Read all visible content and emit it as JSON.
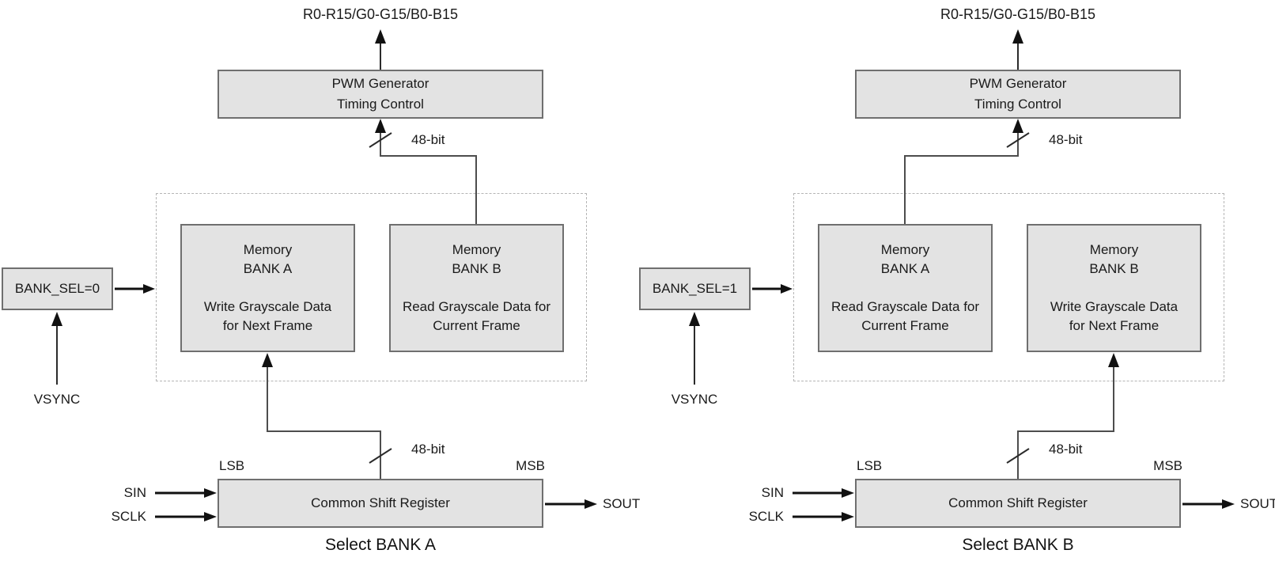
{
  "colors": {
    "background": "#ffffff",
    "box_fill": "#e3e3e3",
    "box_border": "#6f6f6f",
    "dashed_border": "#b5b5b5",
    "wire": "#4d4d4d",
    "arrow": "#111111",
    "text": "#1a1a1a"
  },
  "diagrams": [
    {
      "output_label": "R0-R15/G0-G15/B0-B15",
      "pwm": {
        "line1": "PWM Generator",
        "line2": "Timing Control"
      },
      "bus_upper_label": "48-bit",
      "bank_a": {
        "title1": "Memory",
        "title2": "BANK A",
        "desc1": "Write Grayscale Data",
        "desc2": "for Next Frame"
      },
      "bank_b": {
        "title1": "Memory",
        "title2": "BANK B",
        "desc1": "Read Grayscale Data for",
        "desc2": "Current Frame"
      },
      "bank_sel_label": "BANK_SEL=0",
      "vsync_label": "VSYNC",
      "bus_lower_label": "48-bit",
      "lsb_label": "LSB",
      "msb_label": "MSB",
      "sin_label": "SIN",
      "sclk_label": "SCLK",
      "sout_label": "SOUT",
      "shift_register_label": "Common Shift Register",
      "caption": "Select BANK A"
    },
    {
      "output_label": "R0-R15/G0-G15/B0-B15",
      "pwm": {
        "line1": "PWM Generator",
        "line2": "Timing Control"
      },
      "bus_upper_label": "48-bit",
      "bank_a": {
        "title1": "Memory",
        "title2": "BANK A",
        "desc1": "Read Grayscale Data for",
        "desc2": "Current Frame"
      },
      "bank_b": {
        "title1": "Memory",
        "title2": "BANK B",
        "desc1": "Write Grayscale Data",
        "desc2": "for Next Frame"
      },
      "bank_sel_label": "BANK_SEL=1",
      "vsync_label": "VSYNC",
      "bus_lower_label": "48-bit",
      "lsb_label": "LSB",
      "msb_label": "MSB",
      "sin_label": "SIN",
      "sclk_label": "SCLK",
      "sout_label": "SOUT",
      "shift_register_label": "Common Shift Register",
      "caption": "Select BANK B"
    }
  ]
}
